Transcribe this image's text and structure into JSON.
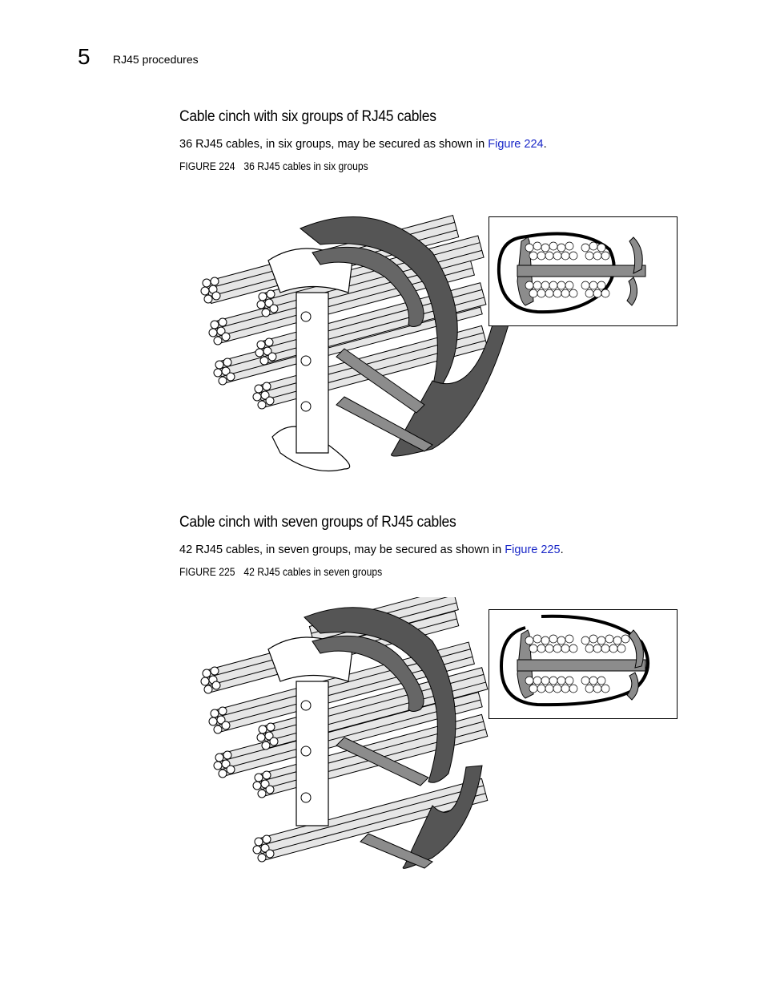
{
  "header": {
    "chapter_number": "5",
    "running_title": "RJ45 procedures"
  },
  "sections": [
    {
      "heading": "Cable cinch with six groups of RJ45 cables",
      "paragraph_before": "36 RJ45 cables, in six groups, may be secured as shown in ",
      "paragraph_link": "Figure 224",
      "paragraph_after": ".",
      "figure_label": "FIGURE 224",
      "figure_title": "36 RJ45 cables in six groups"
    },
    {
      "heading": "Cable cinch with seven groups of RJ45 cables",
      "paragraph_before": "42 RJ45 cables, in seven groups, may be secured as shown in ",
      "paragraph_link": "Figure 225",
      "paragraph_after": ".",
      "figure_label": "FIGURE 225",
      "figure_title": "42 RJ45 cables in seven groups"
    }
  ],
  "colors": {
    "link": "#1a28c8",
    "strap_dark": "#555555",
    "strap_mid": "#8c8c8c",
    "cable_fill": "#e6e6e6"
  }
}
